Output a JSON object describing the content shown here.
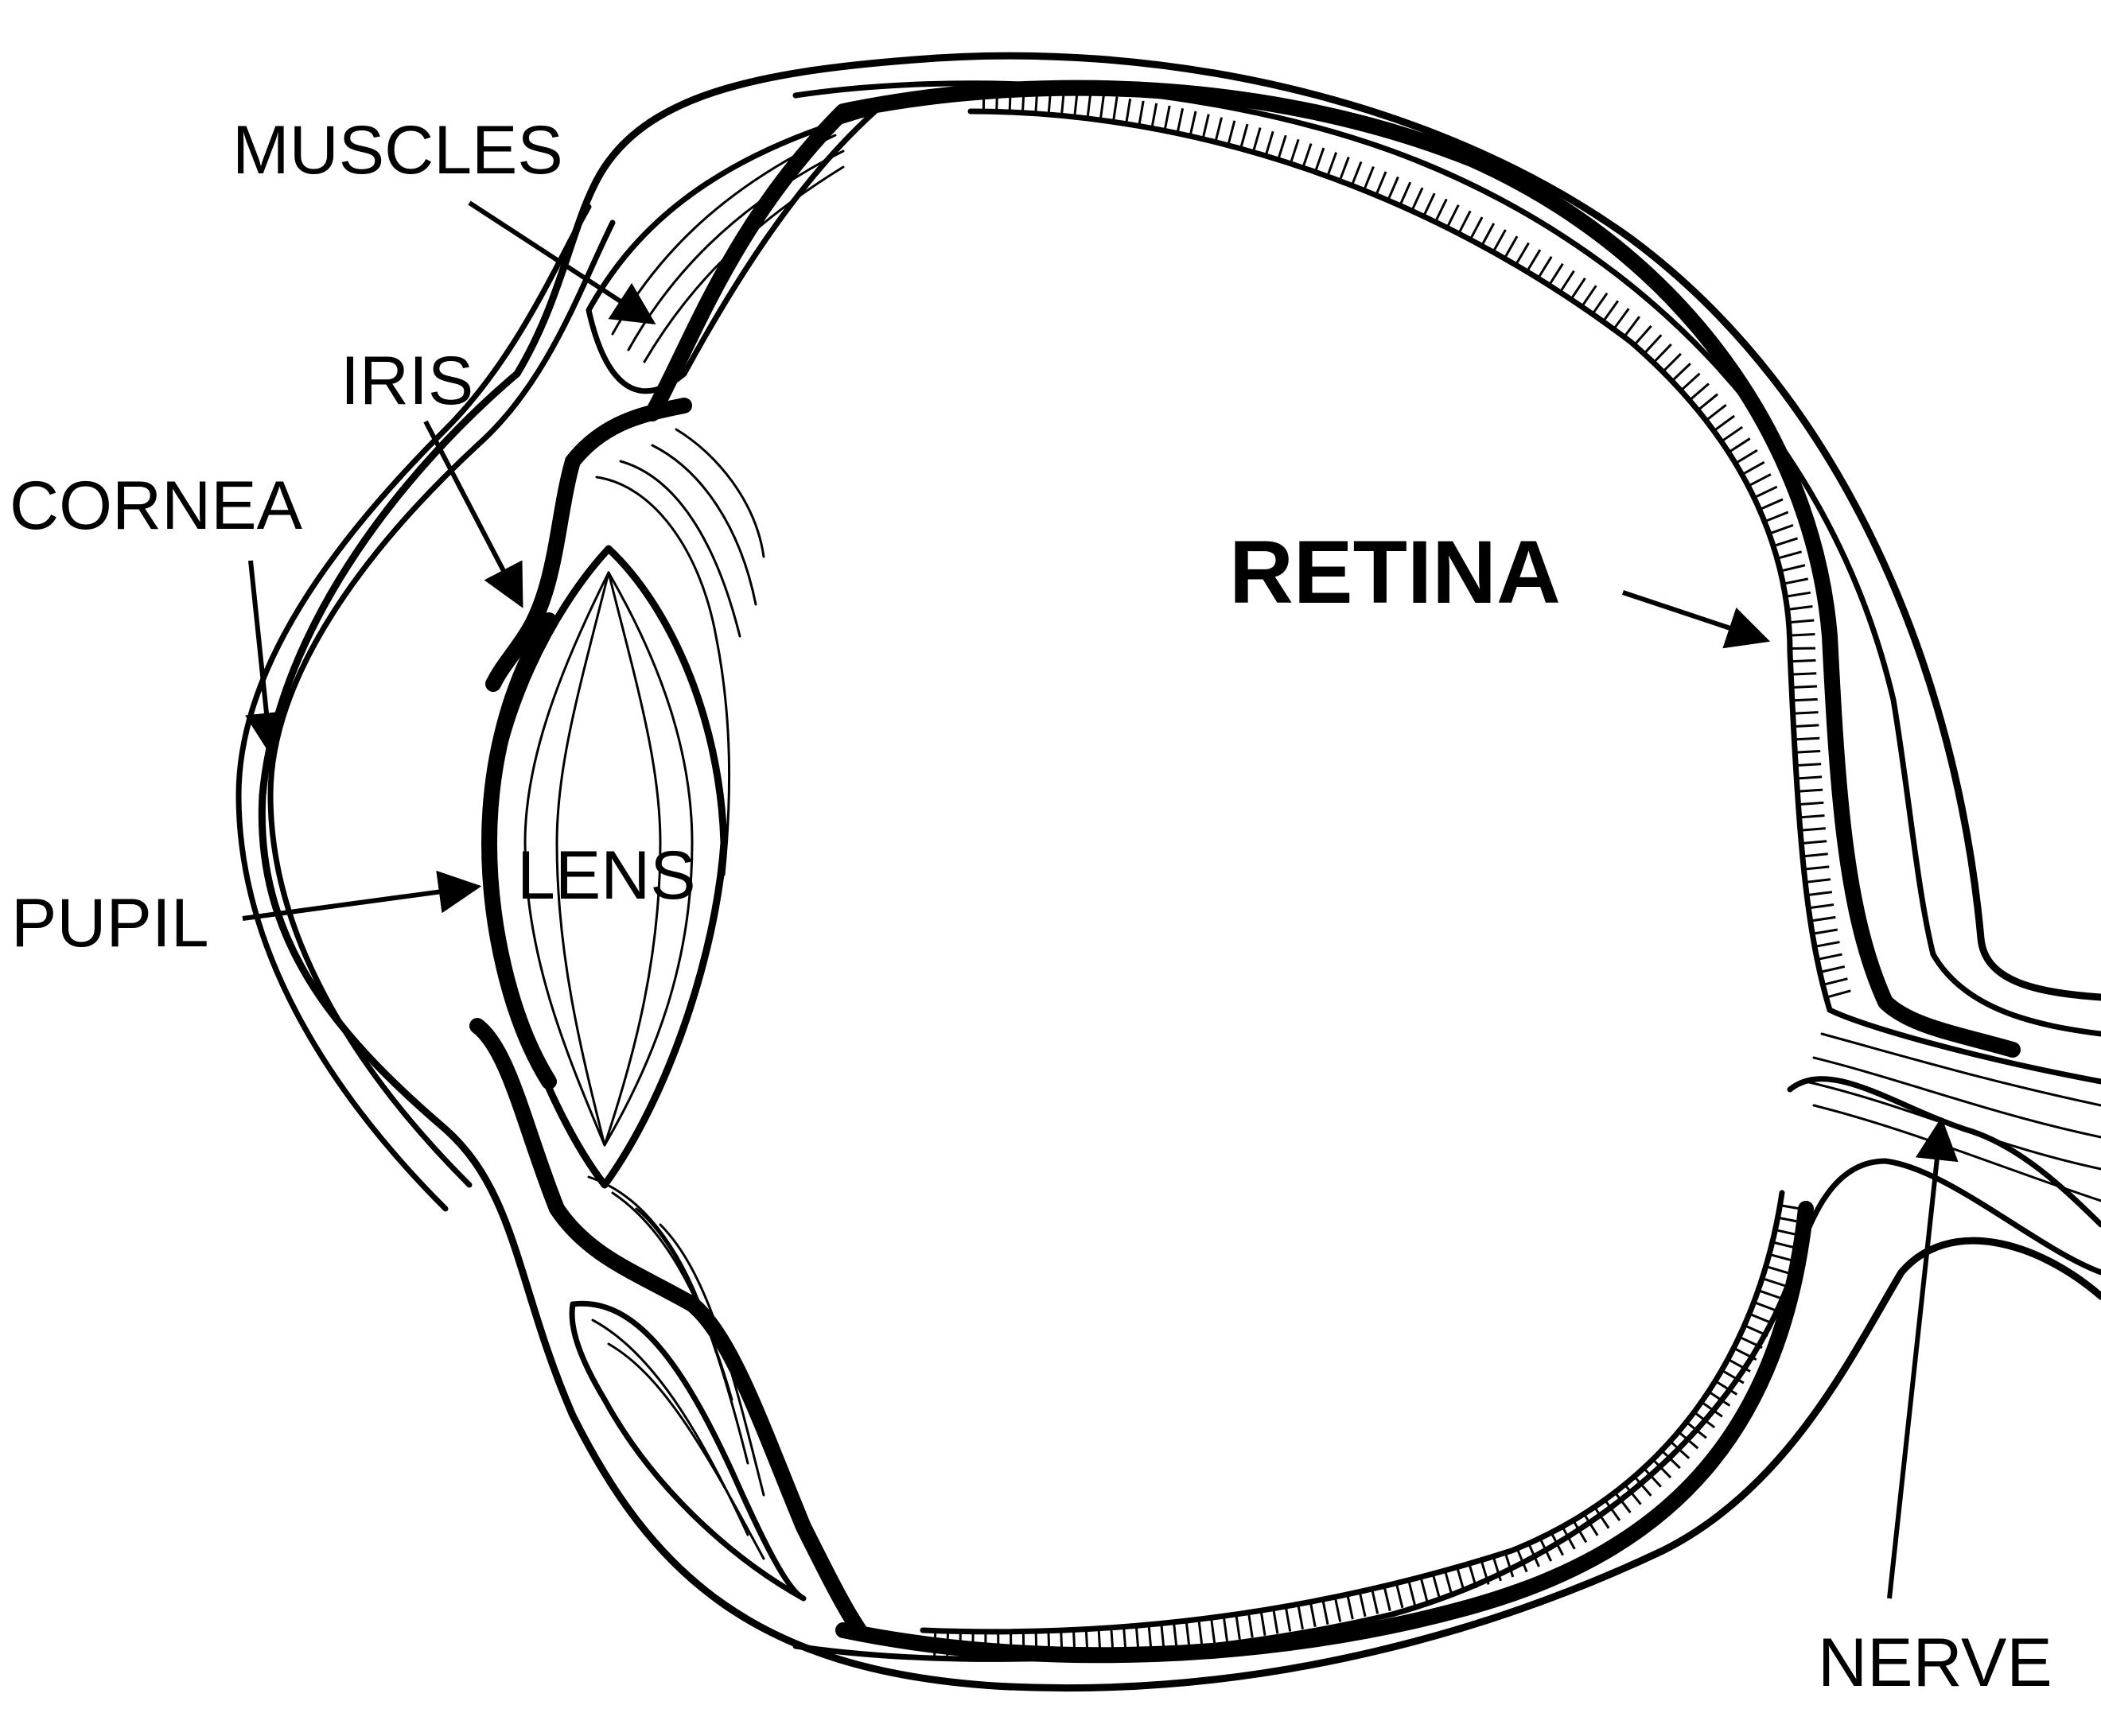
{
  "labels": {
    "muscles": "MUSCLES",
    "iris": "IRIS",
    "cornea": "CORNEA",
    "pupil": "PUPIL",
    "lens": "LENS",
    "retina": "RETINA",
    "nerve": "NERVE"
  },
  "colors": {
    "ink": "#000000",
    "paper": "#ffffff"
  }
}
